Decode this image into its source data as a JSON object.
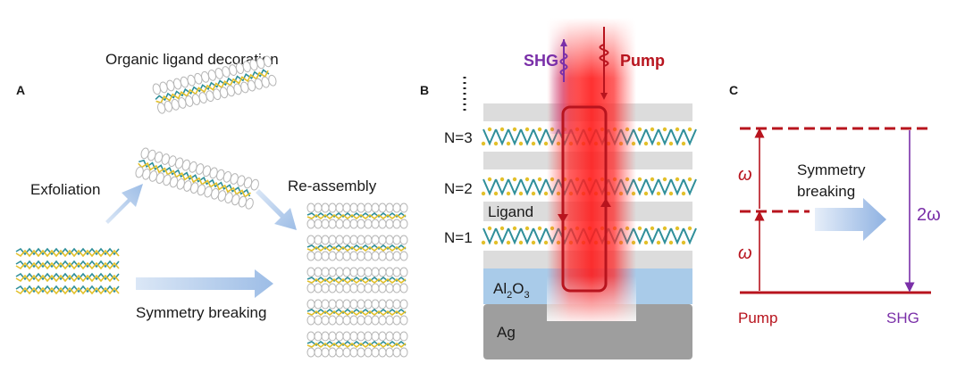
{
  "panel_a": {
    "letter": "A",
    "title": "Organic ligand decoration",
    "exfoliation": "Exfoliation",
    "reassembly": "Re-assembly",
    "symmetry_breaking": "Symmetry breaking"
  },
  "panel_b": {
    "letter": "B",
    "shg": "SHG",
    "pump": "Pump",
    "n3": "N=3",
    "n2": "N=2",
    "n1": "N=1",
    "ligand": "Ligand",
    "al2o3_main": "Al",
    "al2o3_sub": "2",
    "al2o3_end": "O",
    "al2o3_sub2": "3",
    "ag": "Ag"
  },
  "panel_c": {
    "letter": "C",
    "omega_top": "ω",
    "omega_bottom": "ω",
    "symmetry_line1": "Symmetry",
    "symmetry_line2": "breaking",
    "two_omega": "2ω",
    "pump": "Pump",
    "shg": "SHG"
  },
  "colors": {
    "red": "#b8141e",
    "purple": "#7a2fa8",
    "arrow_blue": "#a8c4e8",
    "ligand_gray": "#dcdcdc",
    "al2o3_blue": "#a9cbe9",
    "ag_gray": "#9e9e9e"
  }
}
